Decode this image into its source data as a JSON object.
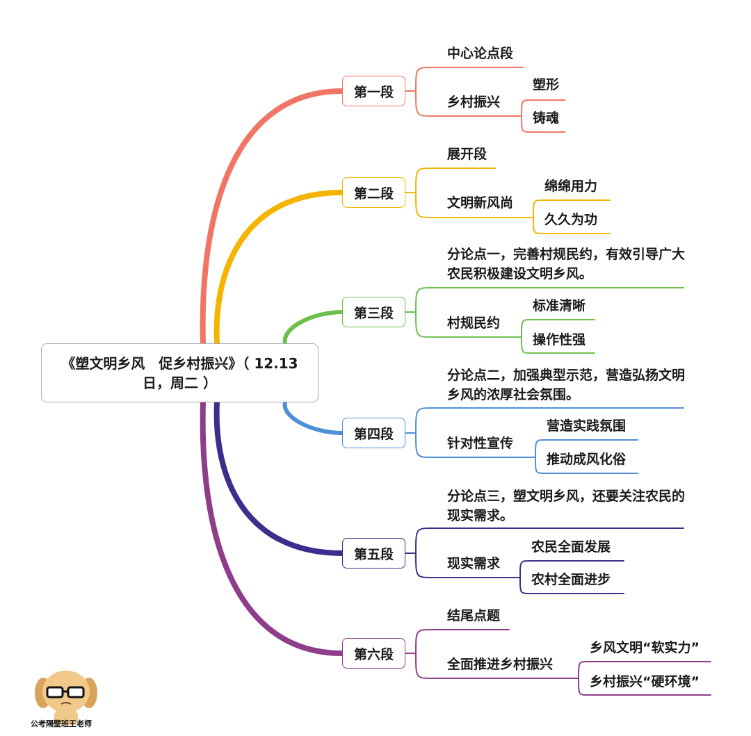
{
  "root": {
    "title": "《塑文明乡风　促乡村振兴》（ 12.13日，周二 ）"
  },
  "colors": [
    "#f07565",
    "#f4b400",
    "#6cc04a",
    "#4f8fd8",
    "#3a2f8c",
    "#8e3d8a"
  ],
  "sections": [
    {
      "label": "第一段",
      "children": [
        {
          "label": "中心论点段",
          "children": []
        },
        {
          "label": "乡村振兴",
          "children": [
            {
              "label": "塑形"
            },
            {
              "label": "铸魂"
            }
          ]
        }
      ]
    },
    {
      "label": "第二段",
      "children": [
        {
          "label": "展开段",
          "children": []
        },
        {
          "label": "文明新风尚",
          "children": [
            {
              "label": "绵绵用力"
            },
            {
              "label": "久久为功"
            }
          ]
        }
      ]
    },
    {
      "label": "第三段",
      "children": [
        {
          "label": "分论点一，完善村规民约，有效引导广大农民积极建设文明乡风。",
          "children": []
        },
        {
          "label": "村规民约",
          "children": [
            {
              "label": "标准清晰"
            },
            {
              "label": "操作性强"
            }
          ]
        }
      ]
    },
    {
      "label": "第四段",
      "children": [
        {
          "label": "分论点二，加强典型示范，营造弘扬文明乡风的浓厚社会氛围。",
          "children": []
        },
        {
          "label": "针对性宣传",
          "children": [
            {
              "label": "营造实践氛围"
            },
            {
              "label": "推动成风化俗"
            }
          ]
        }
      ]
    },
    {
      "label": "第五段",
      "children": [
        {
          "label": "分论点三，塑文明乡风，还要关注农民的现实需求。",
          "children": []
        },
        {
          "label": "现实需求",
          "children": [
            {
              "label": "农民全面发展"
            },
            {
              "label": "农村全面进步"
            }
          ]
        }
      ]
    },
    {
      "label": "第六段",
      "children": [
        {
          "label": "结尾点题",
          "children": []
        },
        {
          "label": "全面推进乡村振兴",
          "children": [
            {
              "label": "乡风文明“软实力”"
            },
            {
              "label": "乡村振兴“硬环境”"
            }
          ]
        }
      ]
    }
  ],
  "watermark": {
    "text": "公考隔壁班王老师"
  }
}
